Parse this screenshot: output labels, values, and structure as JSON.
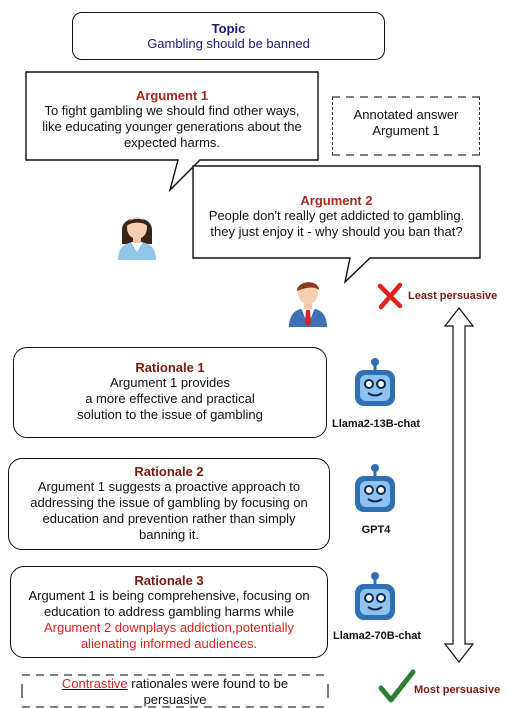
{
  "topic": {
    "title": "Topic",
    "text": "Gambling should be banned"
  },
  "argument1": {
    "title": "Argument 1",
    "lines": [
      "To fight gambling we should find other ways,",
      "like educating younger generations about the",
      "expected harms."
    ]
  },
  "annotated": {
    "lines": [
      "Annotated  answer",
      "Argument 1"
    ]
  },
  "argument2": {
    "title": "Argument 2",
    "lines": [
      "People don't really get addicted to gambling.",
      "they just enjoy it - why should you ban that?"
    ]
  },
  "least": {
    "label": "Least persuasive"
  },
  "most": {
    "label": "Most persuasive"
  },
  "rationale1": {
    "title": "Rationale 1",
    "lines": [
      "Argument 1 provides",
      "a more effective and practical",
      "solution to the issue of gambling"
    ]
  },
  "rationale2": {
    "title": "Rationale 2",
    "lines": [
      "Argument 1 suggests a proactive approach to",
      "addressing the issue of gambling by focusing on",
      "education and prevention rather than simply",
      "banning it."
    ]
  },
  "rationale3": {
    "title": "Rationale 3",
    "lines_black": [
      "Argument 1 is being comprehensive, focusing on",
      "education to address gambling harms while"
    ],
    "lines_red": [
      "Argument 2 downplays addiction,potentially",
      "alienating informed audiences."
    ]
  },
  "models": {
    "m1": "Llama2-13B-chat",
    "m2": "GPT4",
    "m3": "Llama2-70B-chat"
  },
  "footer": {
    "highlight": "Contrastive",
    "rest": " rationales were found to be",
    "line2": "persuasive"
  },
  "icons": {
    "woman": "woman-avatar-icon",
    "man": "man-avatar-icon",
    "robot": "robot-icon",
    "cross": "cross-mark-icon",
    "check": "check-mark-icon",
    "arrow": "double-arrow-icon"
  },
  "colors": {
    "red": "#e0201a",
    "dark_red": "#7a1a12",
    "navy": "#1a1a7a",
    "robot_blue": "#2f6fb4",
    "check_green": "#2e7d32"
  }
}
